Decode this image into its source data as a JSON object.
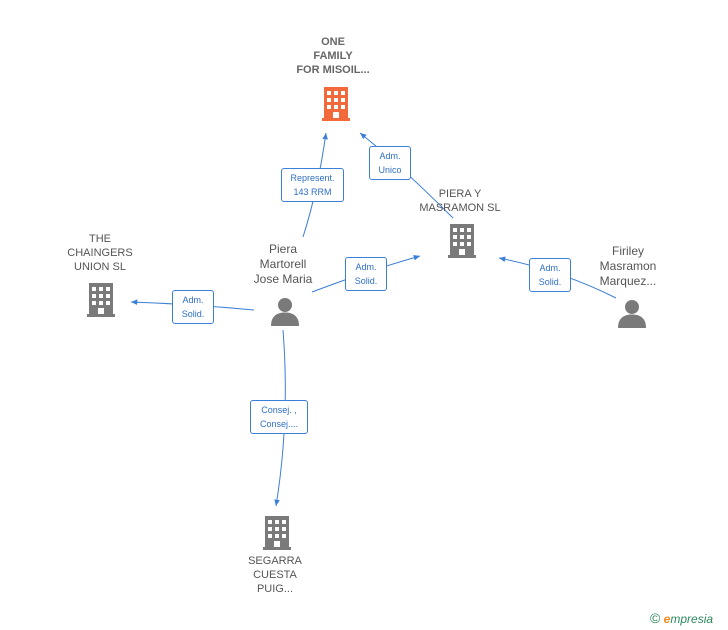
{
  "nodes": {
    "one_family": {
      "lines": [
        "ONE",
        "FAMILY",
        "FOR MISOIL..."
      ]
    },
    "piera_y_masramon": {
      "lines": [
        "PIERA Y",
        "MASRAMON SL"
      ]
    },
    "the_chaingers": {
      "lines": [
        "THE",
        "CHAINGERS",
        "UNION  SL"
      ]
    },
    "piera_martorell": {
      "lines": [
        "Piera",
        "Martorell",
        "Jose Maria"
      ]
    },
    "firiley": {
      "lines": [
        "Firiley",
        "Masramon",
        "Marquez..."
      ]
    },
    "segarra": {
      "lines": [
        "SEGARRA",
        "CUESTA",
        "PUIG..."
      ]
    }
  },
  "edges": {
    "represent": {
      "lines": [
        "Represent.",
        "143 RRM"
      ]
    },
    "adm_unico": {
      "lines": [
        "Adm.",
        "Unico"
      ]
    },
    "adm_solid_piera": {
      "lines": [
        "Adm.",
        "Solid."
      ]
    },
    "adm_solid_firiley": {
      "lines": [
        "Adm.",
        "Solid."
      ]
    },
    "adm_solid_chaingers": {
      "lines": [
        "Adm.",
        "Solid."
      ]
    },
    "consej": {
      "lines": [
        "Consej. ,",
        "Consej...."
      ]
    }
  },
  "footer": {
    "copyright": "©",
    "brand_initial": "e",
    "brand_rest": "mpresia"
  },
  "colors": {
    "main_company": "#f26a3b",
    "company": "#7a7a7a",
    "person": "#7a7a7a",
    "edge": "#3b7fd6"
  }
}
